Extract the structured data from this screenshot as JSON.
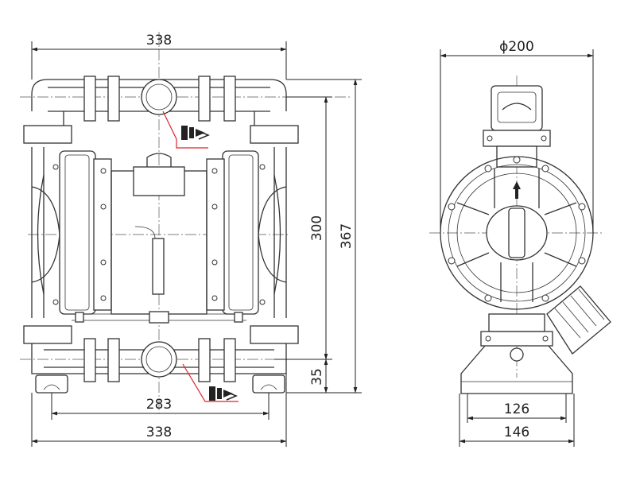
{
  "front_view": {
    "width_top": "338",
    "height_inner": "300",
    "height_total": "367",
    "base_height": "35",
    "mount_spacing": "283",
    "width_bottom": "338"
  },
  "side_view": {
    "diameter": "ϕ200",
    "mount_spacing": "126",
    "base_width": "146"
  },
  "symbols": {
    "outlet_symbol": "outlet-valve-icon",
    "inlet_symbol": "inlet-valve-icon",
    "flow_direction": "up-arrow-icon"
  },
  "colors": {
    "leader": "#e0202a",
    "line": "#333333"
  }
}
